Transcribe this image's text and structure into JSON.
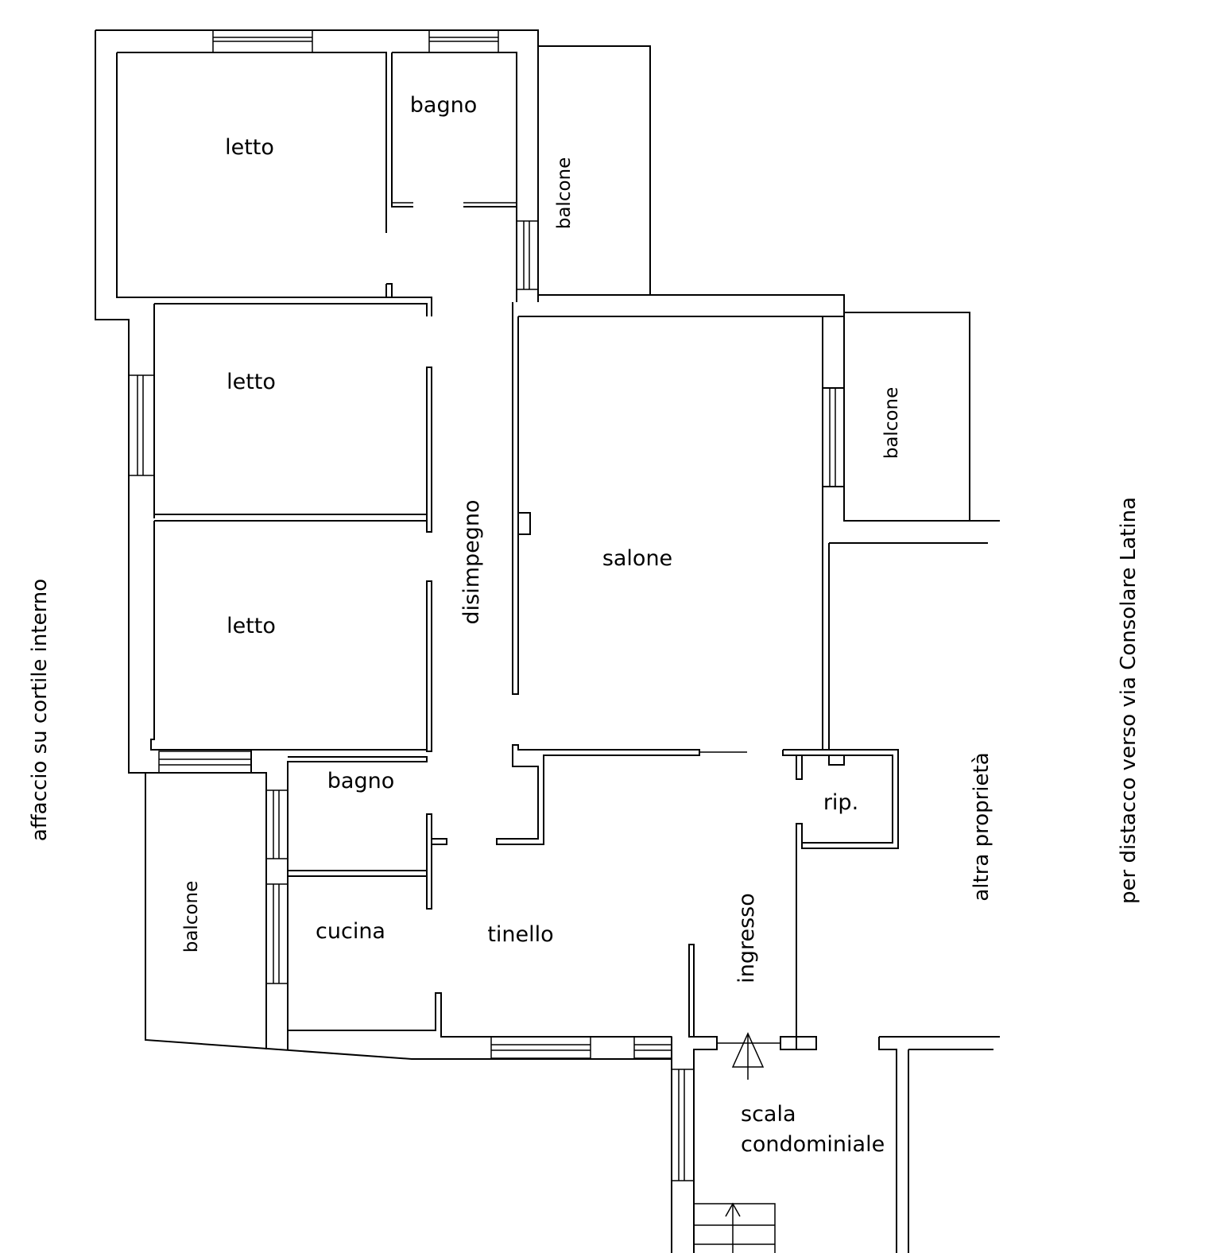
{
  "rooms": {
    "letto_1": "letto",
    "letto_2": "letto",
    "letto_3": "letto",
    "bagno_1": "bagno",
    "bagno_2": "bagno",
    "salone": "salone",
    "disimpegno": "disimpegno",
    "cucina": "cucina",
    "tinello": "tinello",
    "ingresso": "ingresso",
    "ripostiglio": "rip.",
    "balcone_1": "balcone",
    "balcone_2": "balcone",
    "balcone_3": "balcone",
    "scala_line1": "scala",
    "scala_line2": "condominiale"
  },
  "annotations": {
    "left": "affaccio su cortile interno",
    "right": "per distacco verso via Consolare Latina",
    "neighbour": "altra proprietà"
  }
}
